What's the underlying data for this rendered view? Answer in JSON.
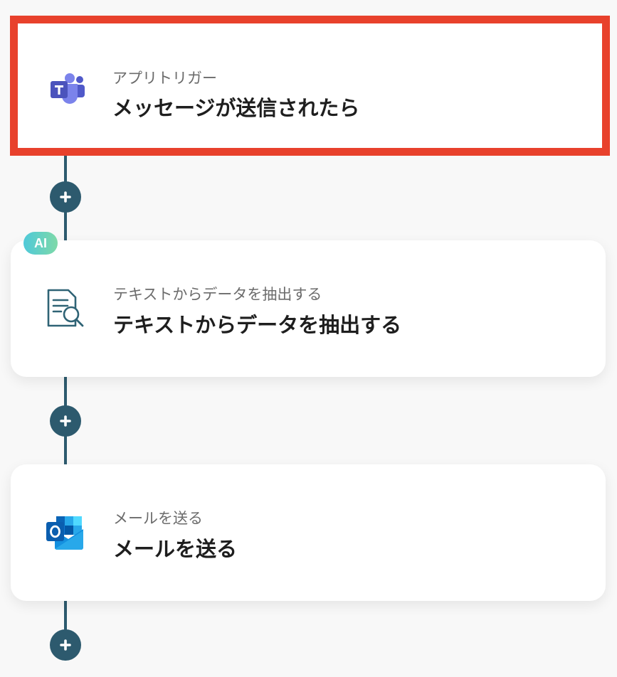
{
  "colors": {
    "background": "#f8f8f8",
    "connector": "#2d5a6e",
    "selection_border": "#e8412c",
    "card": "#ffffff",
    "subtitle": "#6b6b6b",
    "title": "#1e1e1e"
  },
  "steps": [
    {
      "icon": "microsoft-teams-icon",
      "subtitle": "アプリトリガー",
      "title": "メッセージが送信されたら",
      "selected": true
    },
    {
      "icon": "document-search-icon",
      "badge": "AI",
      "subtitle": "テキストからデータを抽出する",
      "title": "テキストからデータを抽出する",
      "selected": false
    },
    {
      "icon": "microsoft-outlook-icon",
      "subtitle": "メールを送る",
      "title": "メールを送る",
      "selected": false
    }
  ],
  "add_step_buttons": [
    {
      "icon": "plus-icon"
    },
    {
      "icon": "plus-icon"
    },
    {
      "icon": "plus-icon"
    }
  ]
}
